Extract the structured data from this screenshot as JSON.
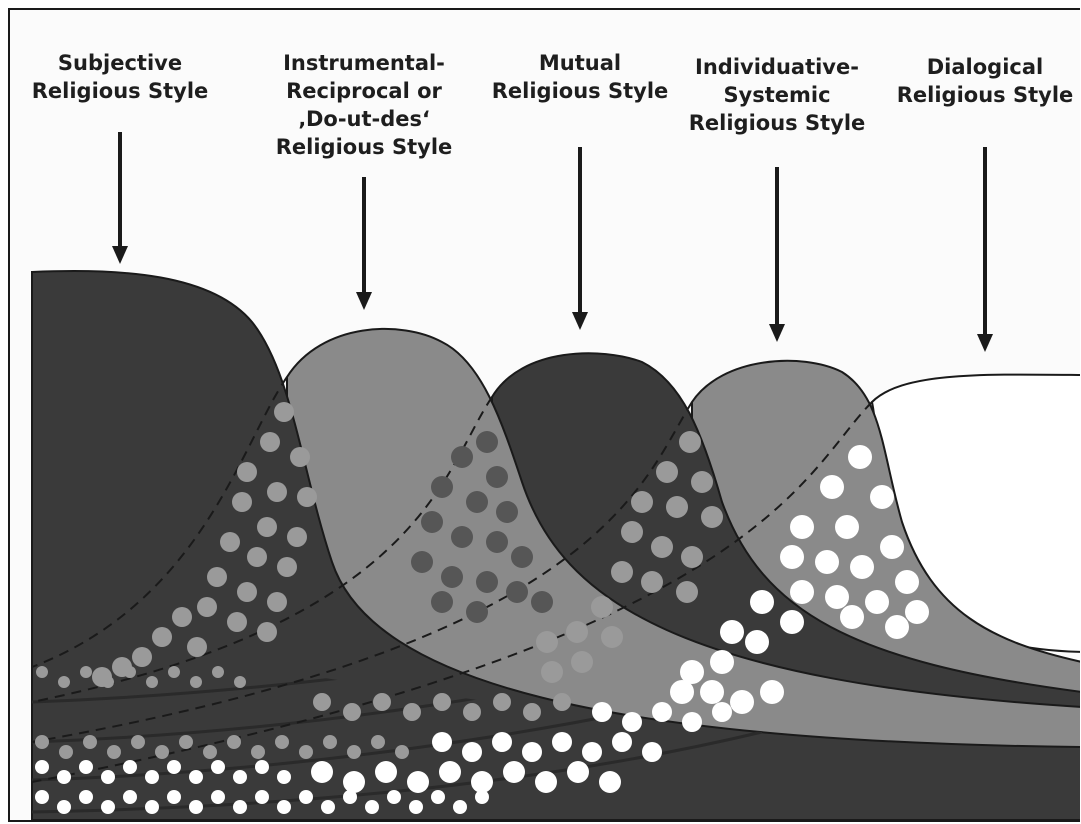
{
  "styles": [
    {
      "id": "subjective",
      "lines": [
        "Subjective",
        "Religious Style"
      ]
    },
    {
      "id": "instrumental",
      "lines": [
        "Instrumental-",
        "Reciprocal or",
        "‚Do-ut-des‘",
        "Religious Style"
      ]
    },
    {
      "id": "mutual",
      "lines": [
        "Mutual",
        "Religious Style"
      ]
    },
    {
      "id": "individuative",
      "lines": [
        "Individuative-",
        "Systemic",
        "Religious Style"
      ]
    },
    {
      "id": "dialogical",
      "lines": [
        "Dialogical",
        "Religious Style"
      ]
    }
  ],
  "colors": {
    "dark": "#3a3a3a",
    "medium": "#8a8a8a",
    "light": "#ffffff",
    "dot_medium": "#9a9a9a",
    "dot_dark": "#565656",
    "dot_light": "#ffffff",
    "outline": "#1a1a1a"
  }
}
